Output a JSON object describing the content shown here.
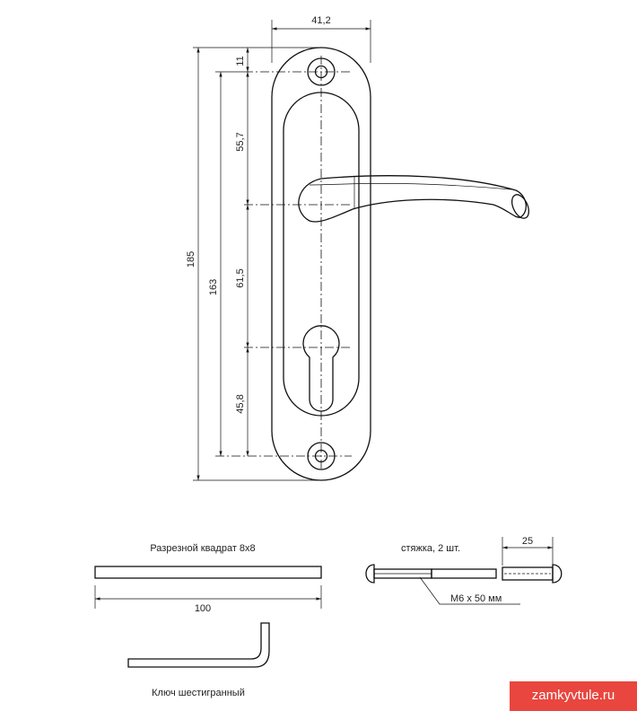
{
  "dimensions": {
    "width": "41,2",
    "top_offset": "11",
    "to_handle": "55,7",
    "handle_to_cylinder": "61,5",
    "cylinder_to_bottom": "45,8",
    "total_height": "185",
    "hole_spacing": "163",
    "bar_length": "100",
    "bolt_sleeve": "25"
  },
  "labels": {
    "square_bar": "Разрезной квадрат 8х8",
    "bolts": "стяжка, 2 шт.",
    "bolt_size": "М6 х 50 мм",
    "hex_key": "Ключ шестигранный"
  },
  "watermark": "zamkyvtule.ru"
}
